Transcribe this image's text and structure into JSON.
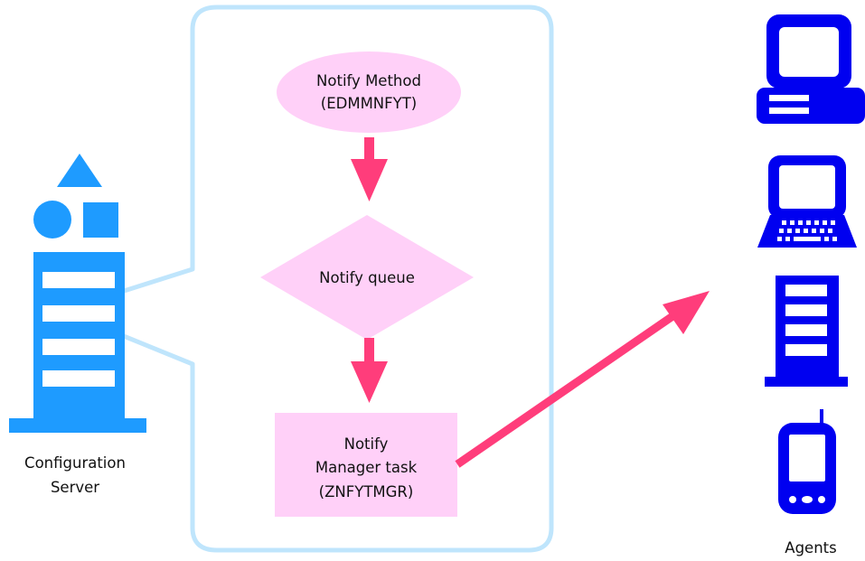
{
  "diagram": {
    "server": {
      "label_line1": "Configuration",
      "label_line2": "Server"
    },
    "process": {
      "method_line1": "Notify Method",
      "method_line2": "(EDMMNFYT)",
      "queue": "Notify queue",
      "task_line1": "Notify",
      "task_line2": "Manager task",
      "task_line3": "(ZNFYTMGR)"
    },
    "agents": {
      "label": "Agents",
      "devices": [
        "desktop-computer",
        "laptop-computer",
        "server-tower",
        "handheld-device"
      ]
    }
  },
  "colors": {
    "server_blue": "#1e9bff",
    "agent_blue": "#0000f0",
    "callout_border": "#bfe5fc",
    "shape_fill": "#ffd0f8",
    "arrow": "#ff3d7b"
  },
  "icons": {
    "server": "building-tower-icon",
    "desktop": "desktop-computer-icon",
    "laptop": "laptop-icon",
    "tower": "server-tower-icon",
    "handheld": "pda-icon"
  }
}
